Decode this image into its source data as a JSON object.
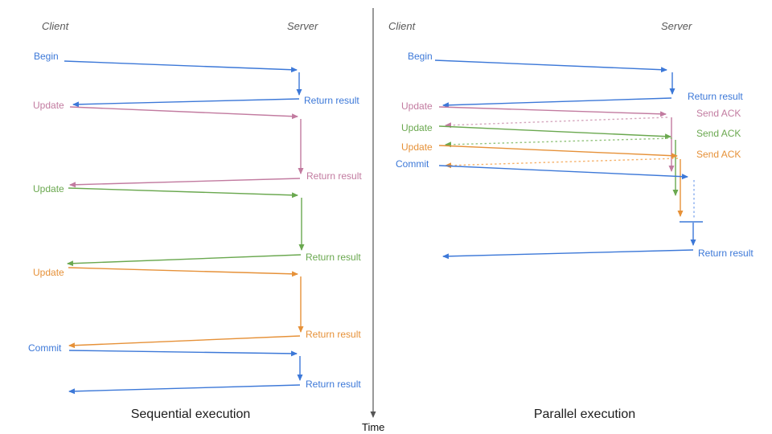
{
  "colors": {
    "blue": "#3c78d8",
    "pink": "#c27ba0",
    "green": "#6aa84f",
    "orange": "#e69138",
    "blue_light": "#89aef0",
    "pink_light": "#d5a6bd",
    "green_light": "#93c47d",
    "orange_light": "#f6b26b",
    "axis": "#555555",
    "actor": "#595959",
    "caption": "#1c1c1c"
  },
  "time_axis_label": "Time",
  "sequential": {
    "caption": "Sequential execution",
    "client_label": "Client",
    "server_label": "Server",
    "messages": {
      "begin": "Begin",
      "return_begin": "Return result",
      "update1": "Update",
      "return_update1": "Return result",
      "update2": "Update",
      "return_update2": "Return result",
      "update3": "Update",
      "return_update3": "Return result",
      "commit": "Commit",
      "return_commit": "Return result"
    }
  },
  "parallel": {
    "caption": "Parallel execution",
    "client_label": "Client",
    "server_label": "Server",
    "messages": {
      "begin": "Begin",
      "return_begin": "Return result",
      "update1": "Update",
      "ack1": "Send ACK",
      "update2": "Update",
      "ack2": "Send ACK",
      "update3": "Update",
      "ack3": "Send ACK",
      "commit": "Commit",
      "return_commit": "Return result"
    }
  }
}
